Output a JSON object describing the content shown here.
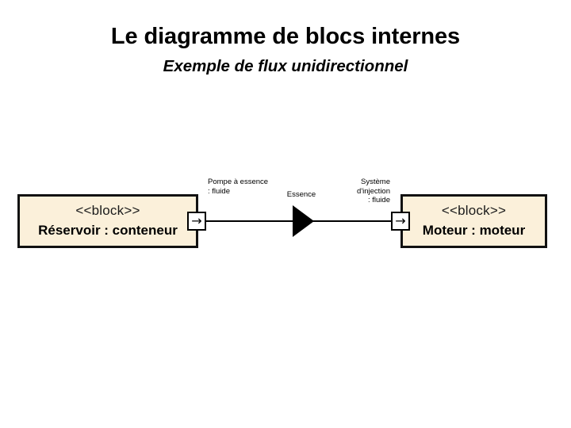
{
  "header": {
    "title": "Le diagramme de blocs internes",
    "subtitle": "Exemple de flux unidirectionnel"
  },
  "diagram": {
    "type": "sysml-internal-block-diagram",
    "blocks": [
      {
        "id": "reservoir",
        "stereotype": "<<block>>",
        "name": "Réservoir : conteneur",
        "fill_color": "#FBF0DA",
        "border_color": "#111111"
      },
      {
        "id": "moteur",
        "stereotype": "<<block>>",
        "name": "Moteur : moteur",
        "fill_color": "#FBF0DA",
        "border_color": "#111111"
      }
    ],
    "ports": [
      {
        "id": "reservoir-out",
        "glyph": "→",
        "icon": "arrow-right-icon",
        "label": "Pompe à essence\n: fluide"
      },
      {
        "id": "moteur-in",
        "glyph": "→",
        "icon": "arrow-right-icon",
        "label": "Système\nd'injection\n: fluide"
      }
    ],
    "connector": {
      "label": "Essence",
      "direction": "unidirectional",
      "arrow_color": "#000000"
    }
  }
}
